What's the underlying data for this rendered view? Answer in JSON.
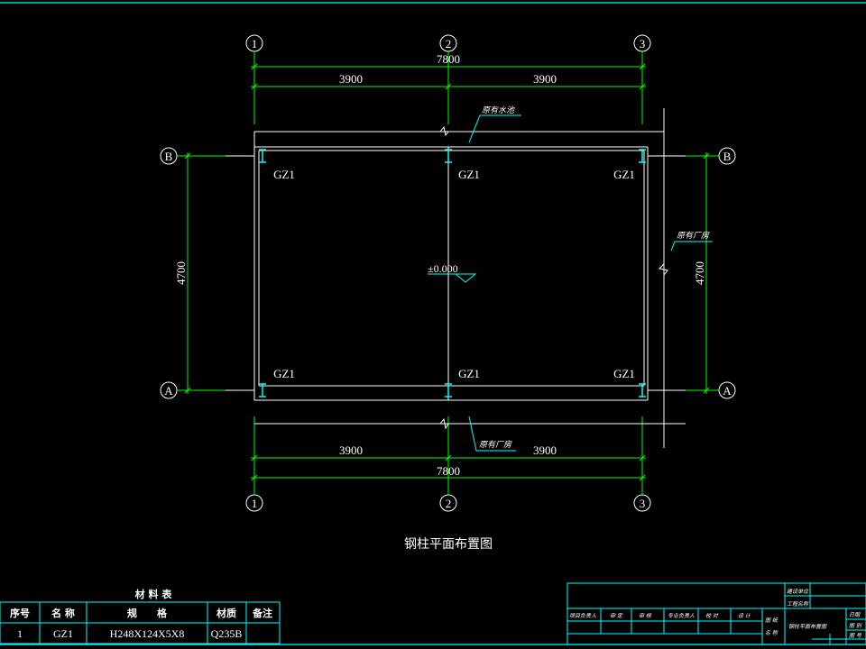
{
  "colors": {
    "background": "#000000",
    "frame": "#00ffff",
    "dimension": "#00ff00",
    "outline": "#ffffff",
    "callout": "#00ffff",
    "label": "#ffffff"
  },
  "grid": {
    "columns": [
      "1",
      "2",
      "3"
    ],
    "rows": [
      "B",
      "A"
    ]
  },
  "dimensions": {
    "top_total": "7800",
    "top_left": "3900",
    "top_right": "3900",
    "bottom_total": "7800",
    "bottom_left": "3900",
    "bottom_right": "3900",
    "left_height": "4700",
    "right_height": "4700"
  },
  "columns_label": "GZ1",
  "elevation": "±0.000",
  "callouts": {
    "top": "原有水池",
    "right": "原有厂房",
    "bottom": "原有厂房"
  },
  "drawing_title": "钢柱平面布置图",
  "material_table": {
    "title": "材 料 表",
    "headers": [
      "序号",
      "名 称",
      "规　　格",
      "材质",
      "备注"
    ],
    "rows": [
      [
        "1",
        "GZ1",
        "H248X124X5X8",
        "Q235B",
        ""
      ]
    ]
  },
  "title_block": {
    "row_labels": [
      "建设单位",
      "工程名称"
    ],
    "signature_labels": [
      "项目负责人",
      "审 定",
      "审 核",
      "专业负责人",
      "校 对",
      "设 计"
    ],
    "sheet_label_1": "图 纸",
    "sheet_label_2": "名 称",
    "sheet_name": "钢柱平面布置图",
    "right_labels": [
      "日期",
      "图 别",
      "图 号"
    ]
  }
}
